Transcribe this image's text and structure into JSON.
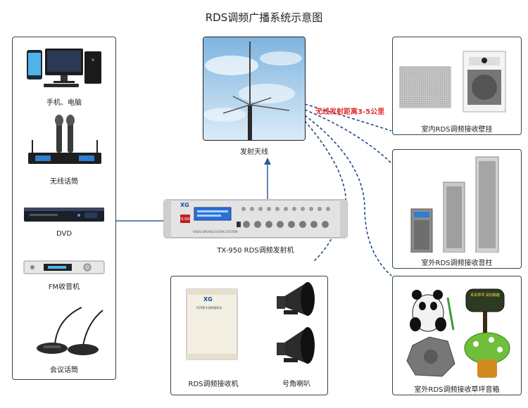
{
  "title": "RDS调频广播系统示意图",
  "sources": {
    "phone_pc": "手机、电脑",
    "wireless_mic": "无线话筒",
    "dvd": "DVD",
    "fm_radio": "FM收音机",
    "conference_mic": "会议话筒"
  },
  "antenna": {
    "label": "发射天线",
    "range_note": "无线发射距离3-5公里"
  },
  "transmitter": {
    "label": "TX-950 RDS调频发射机",
    "brand": "XG",
    "model_tag": "TX-950",
    "panel_text": "RADIO BROADCASTING SYSTEM"
  },
  "receivers": {
    "wall": "室内RDS调频接收壁挂",
    "column": "室外RDS调频接收音柱",
    "lawn": "室外RDS调频接收草坪音箱"
  },
  "bottom_box": {
    "receiver_label": "RDS调频接收机",
    "horn_label": "号角喇叭",
    "brand": "XG",
    "box_text": "RDS数字调频接收机"
  },
  "sign_text": "青青草坪 请勿践踏",
  "colors": {
    "border": "#2d4a3e",
    "link": "#2a5f9e",
    "dashed": "#1f4a8a",
    "range_note": "#e03030"
  }
}
